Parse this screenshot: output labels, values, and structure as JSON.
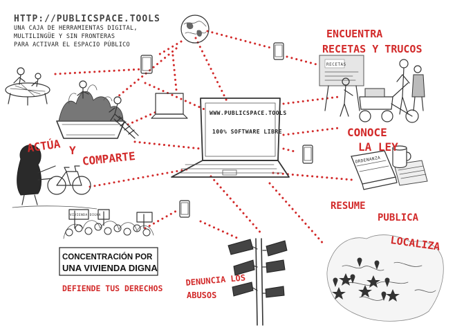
{
  "header": {
    "url": "HTTP://PUBLICSPACE.TOOLS",
    "tagline": [
      "UNA CAJA DE HERRAMIENTAS DIGITAL,",
      "MULTILINGÜE Y SIN FRONTERAS",
      "PARA ACTIVAR EL ESPACIO PÚBLICO"
    ]
  },
  "laptop_screen": {
    "line1": "WWW.PUBLICSPACE.TOOLS",
    "line2": "100% SOFTWARE LIBRE"
  },
  "labels": {
    "recetas": [
      "ENCUENTRA",
      "RECETAS Y TRUCOS"
    ],
    "ley": [
      "CONOCE",
      "LA LEY"
    ],
    "resume": "RESUME",
    "publica": "PUBLICA",
    "localiza": "LOCALIZA",
    "actua": "ACTÚA",
    "y": "Y",
    "comparte": "COMPARTE",
    "derechos": "DEFIENDE TUS DERECHOS",
    "denuncia": [
      "DENUNCIA LOS",
      "ABUSOS"
    ]
  },
  "banner": {
    "line1": "CONCENTRACIÓN POR",
    "line2": "UNA VIVIENDA DIGNA",
    "sign1": "VIVIENDA DIGNA"
  },
  "book": {
    "title": "ORDENANZA"
  },
  "whiteboard": {
    "text": "RECETAS"
  },
  "colors": {
    "accent": "#d22a2a",
    "ink": "#333333"
  }
}
